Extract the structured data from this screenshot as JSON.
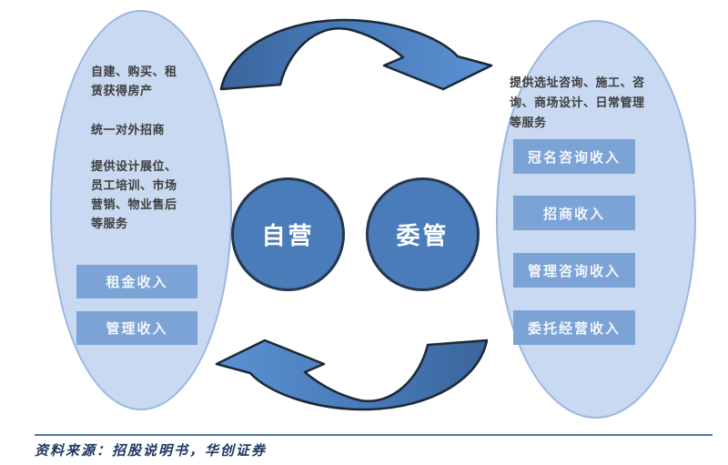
{
  "diagram": {
    "left_ellipse": {
      "paragraphs": {
        "p1": "自建、购买、租\n赁获得房产",
        "p2": "统一对外招商",
        "p3": "提供设计展位、\n员工培训、市场\n营销、物业售后\n等服务"
      },
      "boxes": [
        "租金收入",
        "管理收入"
      ]
    },
    "center": {
      "left_circle": "自营",
      "right_circle": "委管"
    },
    "right_ellipse": {
      "intro": "提供选址咨询、施工、咨\n询、商场设计、日常管理\n等服务",
      "boxes": [
        "冠名咨询收入",
        "招商收入",
        "管理咨询收入",
        "委托经营收入"
      ]
    },
    "colors": {
      "ellipse_fill": "#c9d9f1",
      "ellipse_border": "#9cb6e0",
      "revenue_box_fill": "#7ba3d6",
      "circle_fill": "#4a7cba",
      "circle_border": "#24374e",
      "arrow_dark": "#3a659c",
      "arrow_mid": "#4a7cba",
      "arrow_light": "#5b92d4",
      "arrow_outline": "#1b2836",
      "divider": "#52779f",
      "source_text": "#1f3864",
      "body_text": "#3d3d3d"
    }
  },
  "footer": {
    "source": "资料来源：招股说明书，华创证券"
  }
}
